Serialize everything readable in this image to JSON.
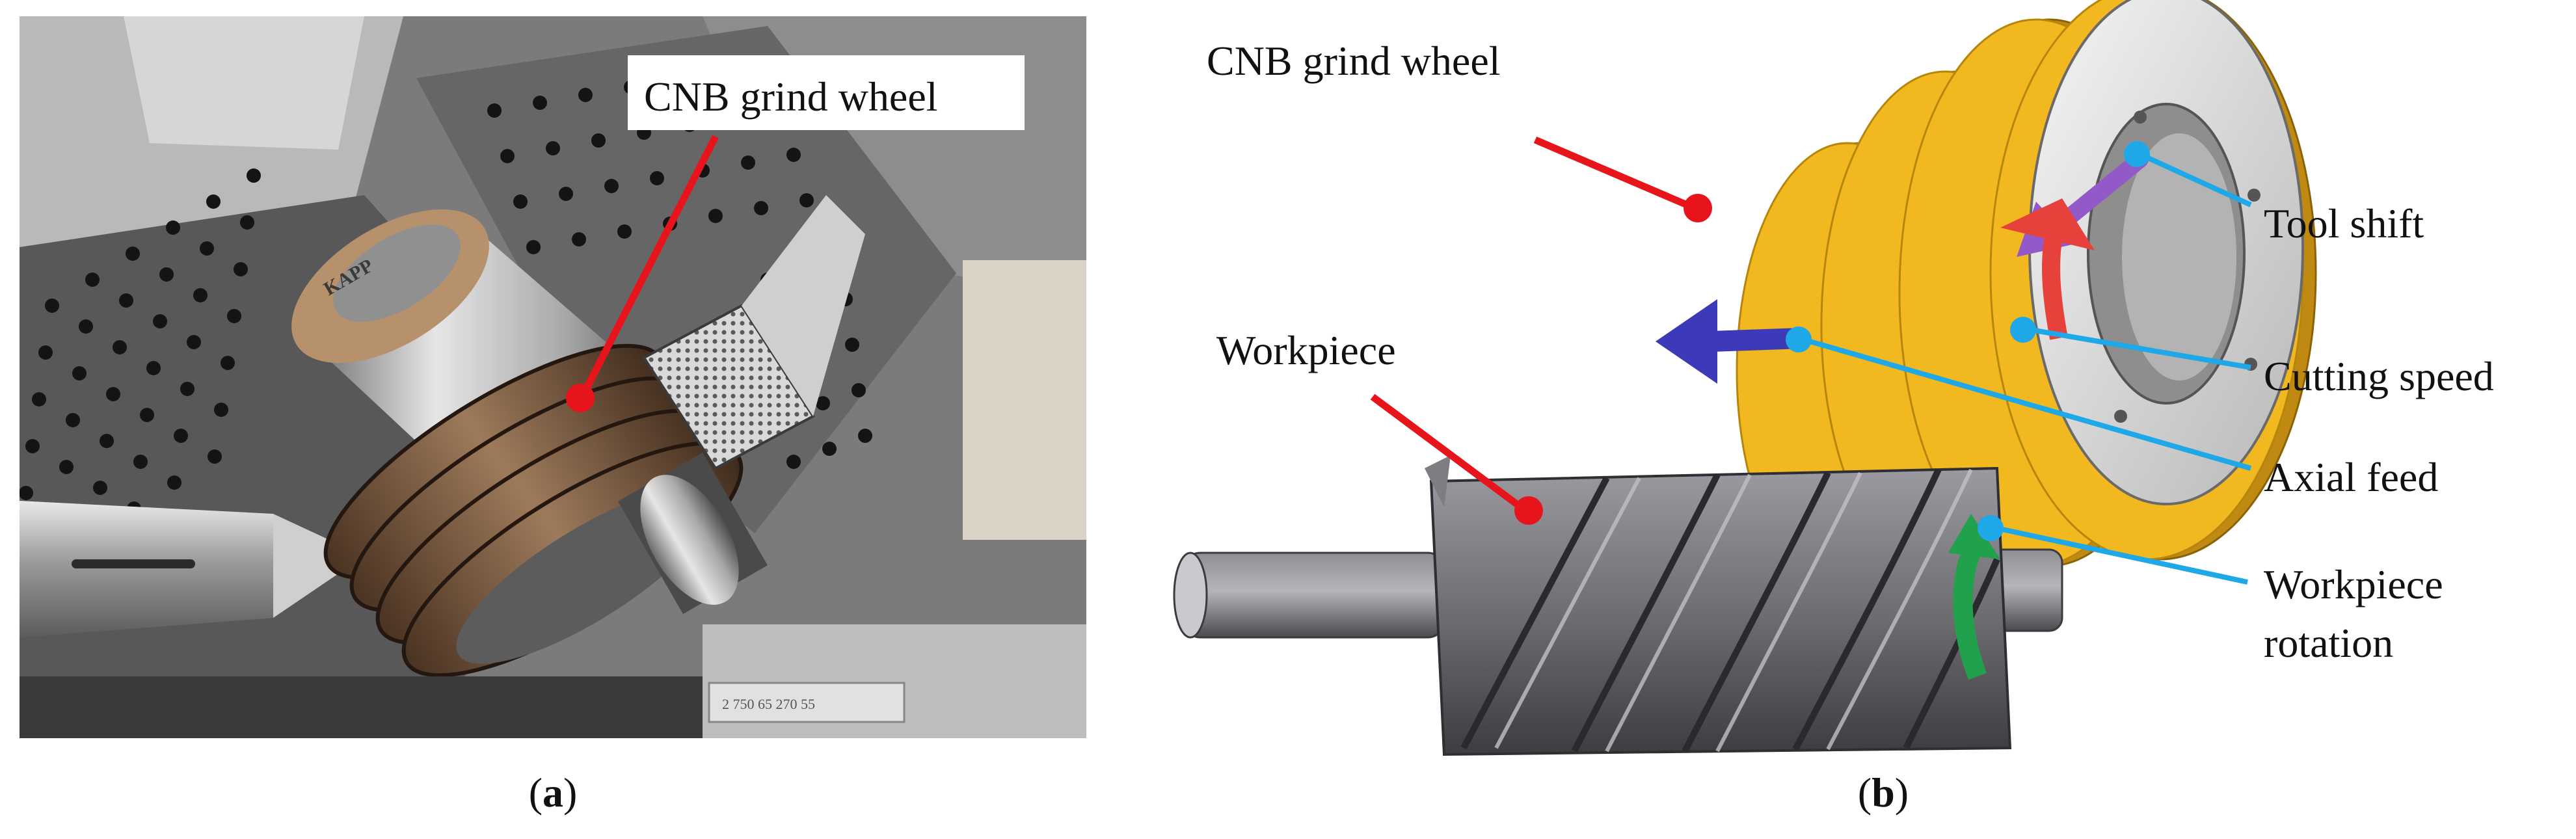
{
  "panel_a": {
    "callout": "CNB grind wheel",
    "machine_mark": "KAPP",
    "nameplate": "2 750 65 270 55",
    "caption": "(a)",
    "caption_prefix": "(",
    "caption_letter": "a",
    "caption_suffix": ")"
  },
  "panel_b": {
    "label_wheel": "CNB grind wheel",
    "label_workpiece": "Workpiece",
    "label_tool_shift": "Tool shift",
    "label_cutting_speed": "Cutting speed",
    "label_axial_feed": "Axial feed",
    "label_rotation_line1": "Workpiece",
    "label_rotation_line2": "rotation",
    "caption_prefix": "(",
    "caption_letter": "b",
    "caption_suffix": ")"
  },
  "colors": {
    "callout_red": "#e8141b",
    "leader_blue": "#1fa8e8",
    "wheel_yellow": "#f2b81f",
    "workpiece_gray": "#6e6e73",
    "tool_shift_purple": "#9359c9",
    "axial_feed_blue": "#3c3ab8",
    "rotation_green": "#22a14d",
    "cutting_speed_red": "#e6413a"
  }
}
